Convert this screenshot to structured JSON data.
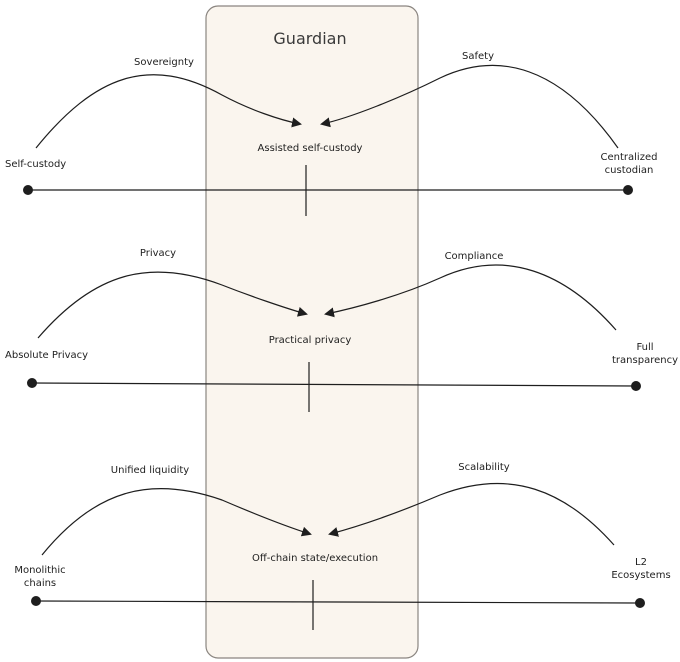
{
  "title": "Guardian",
  "colors": {
    "band_fill": "#faf5ee",
    "band_stroke": "#8a8580",
    "ink": "#1e1e1e"
  },
  "spectra": [
    {
      "left_end": "Self-custody",
      "right_end": "Centralized\ncustodian",
      "left_force": "Sovereignty",
      "right_force": "Safety",
      "middle": "Assisted self-custody"
    },
    {
      "left_end": "Absolute Privacy",
      "right_end": "Full\ntransparency",
      "left_force": "Privacy",
      "right_force": "Compliance",
      "middle": "Practical privacy"
    },
    {
      "left_end": "Monolithic\nchains",
      "right_end": "L2\nEcosystems",
      "left_force": "Unified liquidity",
      "right_force": "Scalability",
      "middle": "Off-chain state/execution"
    }
  ]
}
